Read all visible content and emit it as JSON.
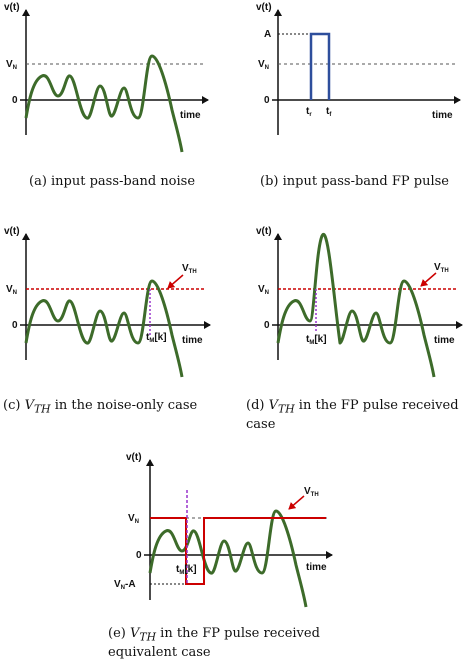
{
  "colors": {
    "noise": "#3d6b2a",
    "pulse": "#2e4e9c",
    "threshold": "#cc0000",
    "tm": "#9933cc",
    "axis": "#111111",
    "dashed": "#555555"
  },
  "labels": {
    "vt": "v(t)",
    "time": "time",
    "zero": "0",
    "vn": "V",
    "vn_sub": "N",
    "a": "A",
    "tr": "t",
    "tr_sub": "r",
    "tf": "t",
    "tf_sub": "f",
    "vth": "V",
    "vth_sub": "TH",
    "tm": "t",
    "tm_sub": "M",
    "tm_idx": "[k]",
    "vna": "V",
    "vna_sub": "N",
    "vna_tail": "-A"
  },
  "captions": {
    "a": "(a) input pass-band noise",
    "b": "(b) input pass-band FP pulse",
    "c_pre": "(c) ",
    "c_sym": "V",
    "c_sub": "TH",
    "c_post": " in the noise-only case",
    "d_pre": "(d) ",
    "d_sym": "V",
    "d_sub": "TH",
    "d_post": " in the FP pulse received",
    "d_line2": "case",
    "e_pre": "(e) ",
    "e_sym": "V",
    "e_sub": "TH",
    "e_post": " in the FP pulse received",
    "e_line2": "equivalent case"
  }
}
